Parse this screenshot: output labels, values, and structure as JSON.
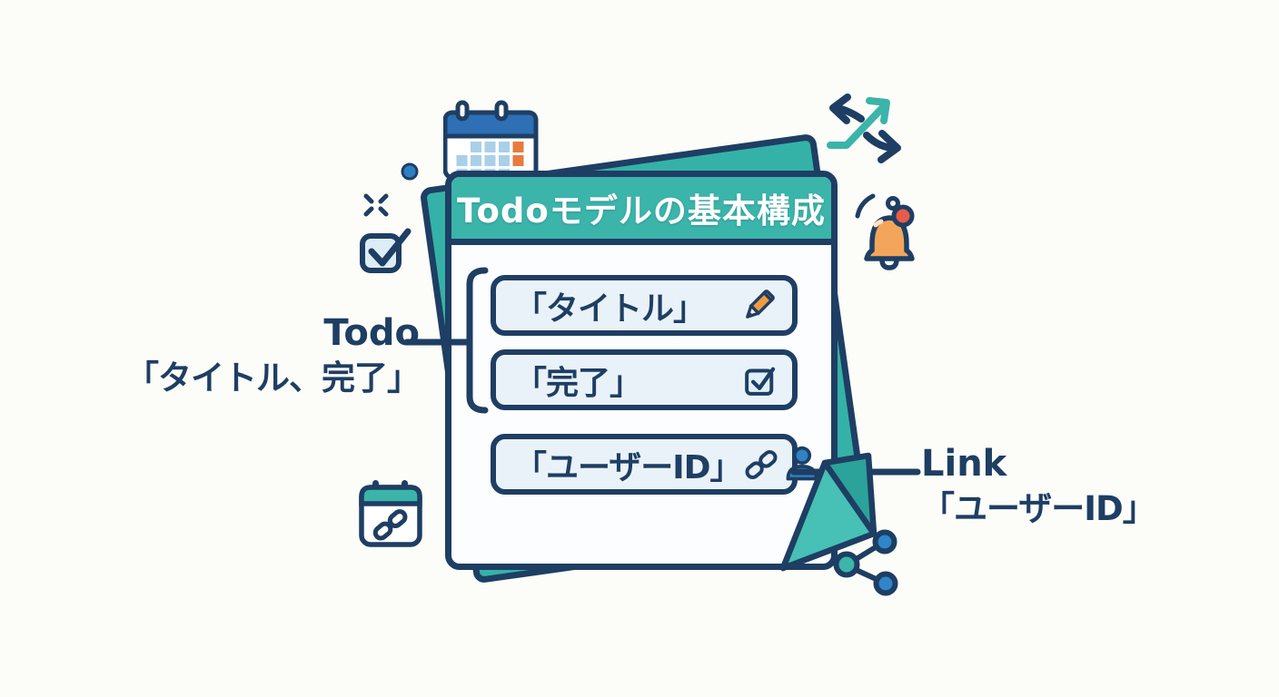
{
  "title": "Todoモデルの基本構成",
  "colors": {
    "teal": "#3bb4aa",
    "navy": "#1e3e63",
    "field_bg": "#e9f2f8",
    "card_bg": "#fbfdfe",
    "page_bg": "#fcfcf9",
    "orange": "#f09a42",
    "blue": "#2e7fc2",
    "red_badge": "#e65b49",
    "light_blue": "#a9cfe9"
  },
  "card": {
    "header_title": "Todoモデルの基本構成",
    "fields": [
      {
        "label": "「タイトル」",
        "icon": "pencil-icon"
      },
      {
        "label": "「完了」",
        "icon": "checkbox-icon"
      },
      {
        "label": "「ユーザーID」",
        "icon": "link-icon person-icon"
      }
    ]
  },
  "annotations": {
    "todo": {
      "line1": "Todo",
      "line2": "「タイトル、完了」"
    },
    "link": {
      "line1": "Link",
      "line2": "「ユーザーID」"
    }
  },
  "decorations": [
    "calendar-icon",
    "dot",
    "sparkle-icon",
    "checkbox-icon",
    "shuffle-arrows-icon",
    "bell-icon",
    "calendar-link-icon",
    "share-icon"
  ]
}
